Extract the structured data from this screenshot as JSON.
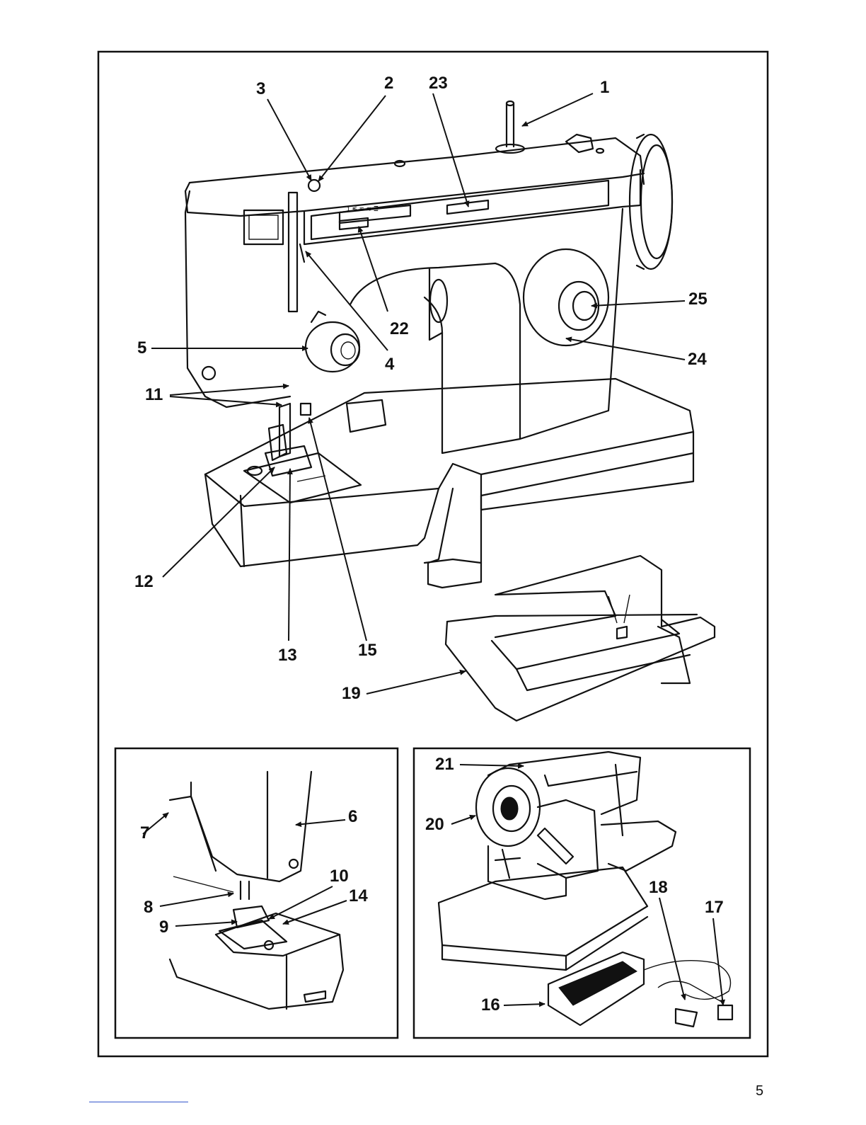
{
  "labels": {
    "l1": "1",
    "l2": "2",
    "l3": "3",
    "l4": "4",
    "l5": "5",
    "l6": "6",
    "l7": "7",
    "l8": "8",
    "l9": "9",
    "l10": "10",
    "l11": "11",
    "l12": "12",
    "l13": "13",
    "l14": "14",
    "l15": "15",
    "l16": "16",
    "l17": "17",
    "l18": "18",
    "l19": "19",
    "l20": "20",
    "l21": "21",
    "l22": "22",
    "l23": "23",
    "l24": "24",
    "l25": "25"
  },
  "page_number": "5",
  "colors": {
    "ink": "#111111",
    "paper": "#ffffff",
    "footer_rule": "#3355cc"
  }
}
